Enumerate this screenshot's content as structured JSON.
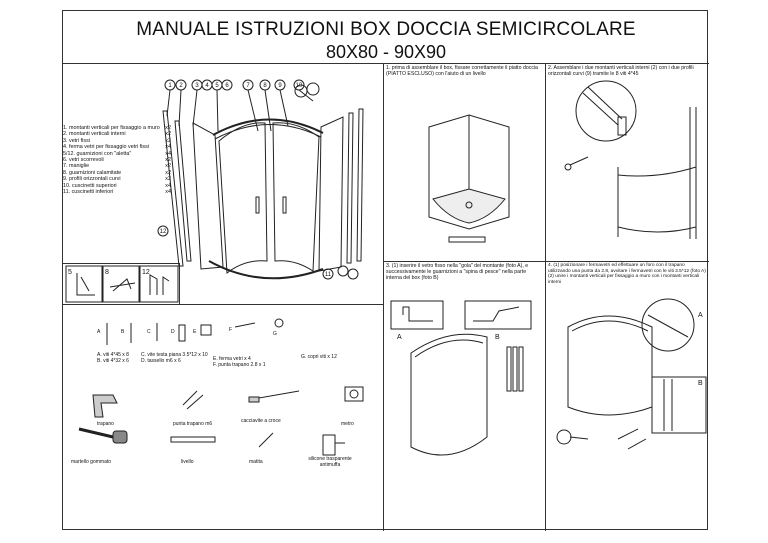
{
  "title": {
    "line1": "MANUALE ISTRUZIONI BOX DOCCIA SEMICIRCOLARE",
    "line2": "80X80 - 90X90"
  },
  "parts_list": [
    {
      "label": "1. montanti verticali per fissaggio a muro",
      "qty": "x2"
    },
    {
      "label": "2. montanti verticali interni",
      "qty": "x2"
    },
    {
      "label": "3. vetri fissi",
      "qty": "x2"
    },
    {
      "label": "4. ferma vetri per fissaggio vetri fissi",
      "qty": "x4"
    },
    {
      "label": "5/12. guarnizioni con \"aletta\"",
      "qty": "x4"
    },
    {
      "label": "6. vetri scorrevoli",
      "qty": "x2"
    },
    {
      "label": "7. maniglie",
      "qty": "x2"
    },
    {
      "label": "8. guarnizioni calamitate",
      "qty": "x2"
    },
    {
      "label": "9. profili orizzontali curvi",
      "qty": "x2"
    },
    {
      "label": "10. cuscinetti superiori",
      "qty": "x4"
    },
    {
      "label": "11. cuscinetti inferiori",
      "qty": "x4"
    }
  ],
  "exploded_numbers": [
    "1",
    "2",
    "3",
    "4",
    "5",
    "6",
    "7",
    "8",
    "9",
    "10",
    "11",
    "12"
  ],
  "profile_labels": [
    "5",
    "8",
    "12"
  ],
  "step1": "1. prima di assemblare il box, fissare correttamente il piatto doccia (PIATTO ESCLUSO) con l'aiuto di un livello",
  "step2": "2. Assemblare i due montanti verticali interni (2) con i due profili orizzontali curvi (9) tramite le 8 viti 4*45",
  "step3": "3. (1) inserire il vetro fisso nella \"gola\" del montante (foto A), e successivamente le guarnizioni a \"spina di pesce\" nella parte interna del box (foto B)",
  "step4": "4. (1) posizionare i fermavetri ed effettuare un foro con il trapano utilizzando una punta da 2.8, avvitare i fermavetri con le viti 3.5*12 (foto A)\n   (2) unire i montanti verticali per fissaggio a muro con i montanti verticali interni",
  "photo_labels": {
    "step3_a": "A",
    "step3_b": "B",
    "step4_a": "A",
    "step4_b": "B"
  },
  "hardware": {
    "letters": [
      "A",
      "B",
      "C",
      "D",
      "E",
      "F",
      "G"
    ],
    "a_b": "A. viti 4*45 x 8\nB. viti 4*32 x 6",
    "c_d": "C. vite testa piana 3.5*12 x 10\nD. tassello m6 x 6",
    "e_f": "E. ferma vetri x 4\nF. punta trapano 2.8 x 1",
    "g": "G. copri viti x 12"
  },
  "tools": {
    "drill": "trapano",
    "drill_bit": "punta trapano m6",
    "screwdriver": "cacciavite a croce",
    "tape": "metro",
    "mallet": "martello gommato",
    "level": "livello",
    "pencil": "matita",
    "silicone": "silicone trasparente antimuffa"
  }
}
